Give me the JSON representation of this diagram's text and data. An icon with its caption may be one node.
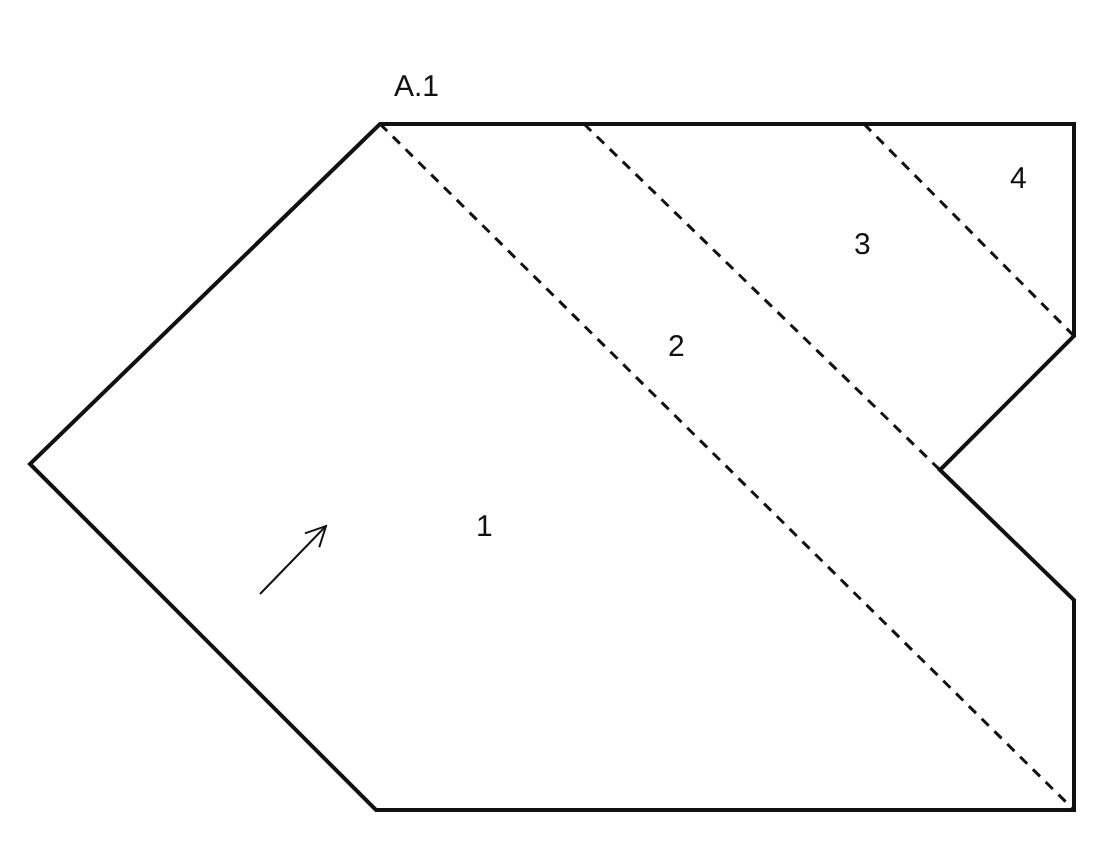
{
  "diagram": {
    "title": "A.1",
    "labels": [
      "4",
      "3",
      "2",
      "1"
    ]
  }
}
